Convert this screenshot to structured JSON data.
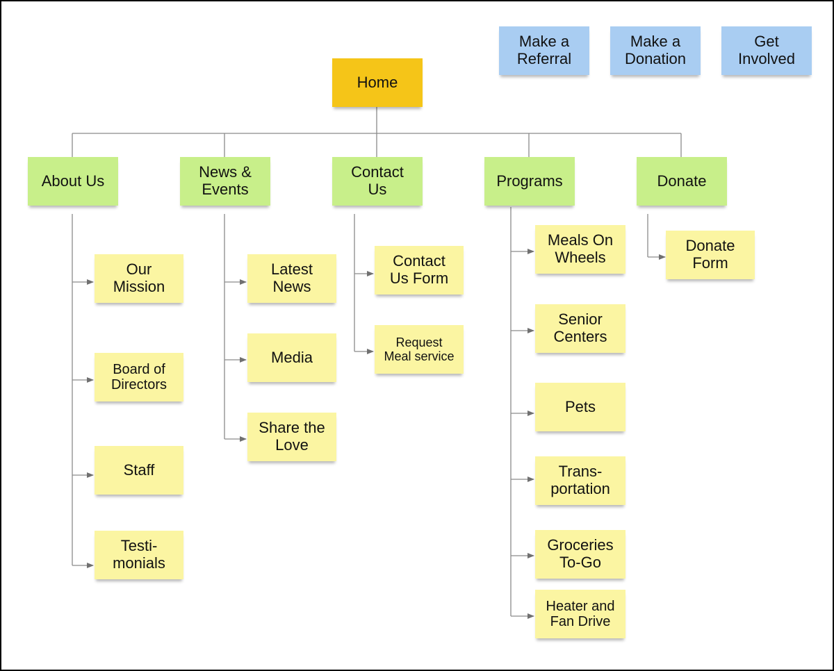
{
  "colors": {
    "root": "#f5c518",
    "section": "#c8ef8a",
    "page": "#fbf5a2",
    "cta": "#a9cdf2",
    "connector": "#8a8a8a",
    "arrow": "#707070"
  },
  "diagram": {
    "root": {
      "label": "Home"
    },
    "cta": [
      {
        "label": "Make a\nReferral"
      },
      {
        "label": "Make a\nDonation"
      },
      {
        "label": "Get\nInvolved"
      }
    ],
    "sections": [
      {
        "label": "About Us",
        "children": [
          "Our\nMission",
          "Board of\nDirectors",
          "Staff",
          "Testi-\nmonials"
        ]
      },
      {
        "label": "News &\nEvents",
        "children": [
          "Latest\nNews",
          "Media",
          "Share the\nLove"
        ]
      },
      {
        "label": "Contact\nUs",
        "children": [
          "Contact\nUs Form",
          "Request\nMeal service"
        ]
      },
      {
        "label": "Programs",
        "children": [
          "Meals On\nWheels",
          "Senior\nCenters",
          "Pets",
          "Trans-\nportation",
          "Groceries\nTo-Go",
          "Heater and\nFan Drive"
        ]
      },
      {
        "label": "Donate",
        "children": [
          "Donate\nForm"
        ]
      }
    ]
  }
}
